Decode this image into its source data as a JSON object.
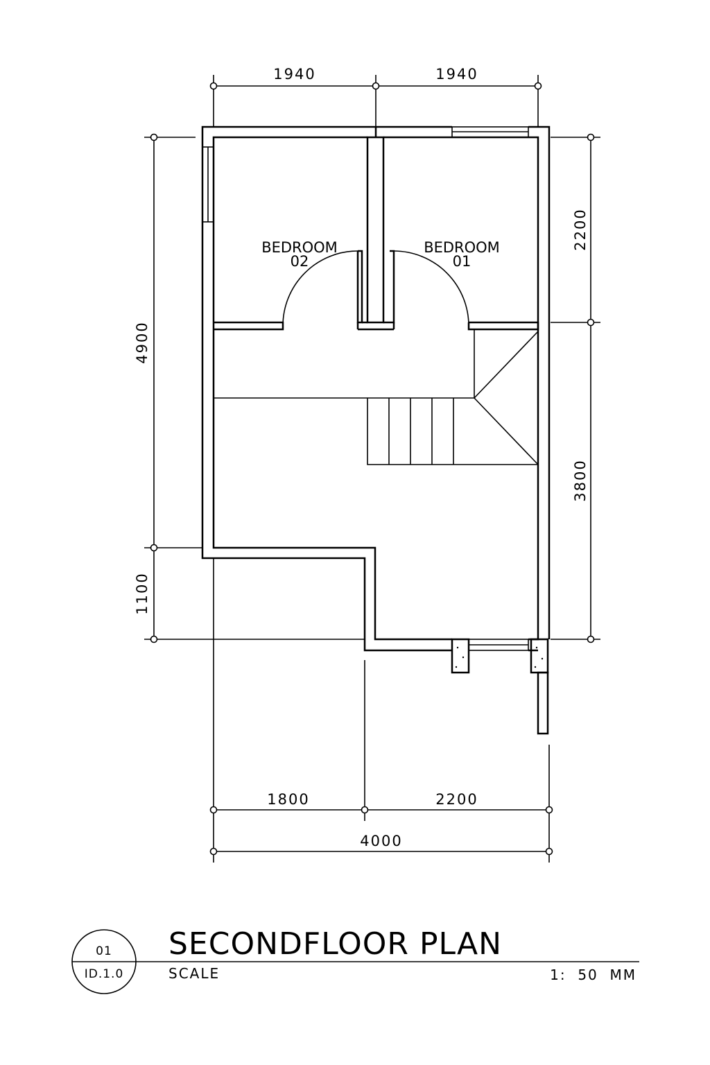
{
  "dimensions": {
    "top_left": "1940",
    "top_right": "1940",
    "left_overall": "4900",
    "left_bottom": "1100",
    "right_top": "2200",
    "right_bottom": "3800",
    "bottom_left": "1800",
    "bottom_right": "2200",
    "bottom_overall": "4000"
  },
  "rooms": {
    "bedroom_02": {
      "name": "BEDROOM",
      "number": "02"
    },
    "bedroom_01": {
      "name": "BEDROOM",
      "number": "01"
    }
  },
  "title_block": {
    "drawing_number": "01",
    "sheet": "ID.1.0",
    "title": "SECONDFLOOR PLAN",
    "scale_label": "SCALE",
    "scale_value": "1:  50  MM"
  }
}
